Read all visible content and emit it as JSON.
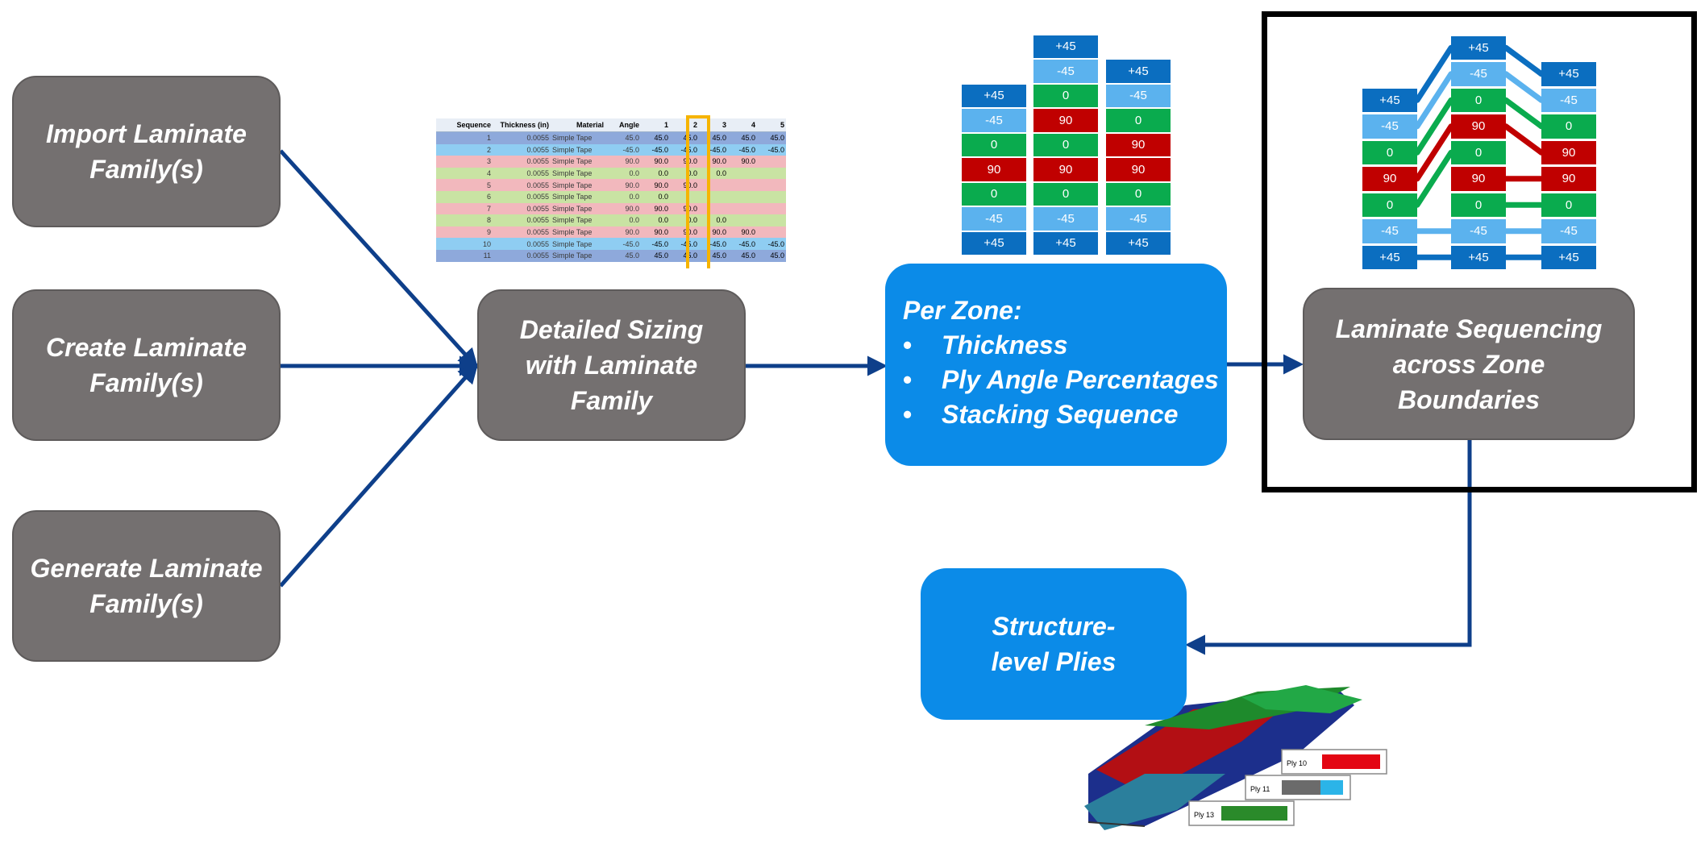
{
  "boxes": {
    "import": "Import Laminate Family(s)",
    "create": "Create Laminate Family(s)",
    "generate": "Generate Laminate Family(s)",
    "sizing": "Detailed Sizing with Laminate Family",
    "per_zone_title": "Per Zone:",
    "per_zone_items": [
      "Thickness",
      "Ply Angle Percentages",
      "Stacking Sequence"
    ],
    "sequencing": "Laminate Sequencing across Zone Boundaries",
    "structure": "Structure-level Plies"
  },
  "colors": {
    "gray_box": "#747070",
    "blue_box": "#0b8be8",
    "arrow": "#0e3f8a",
    "ply_p45": "#0b6ec0",
    "ply_m45": "#5bb2ee",
    "ply_0": "#0aab4e",
    "ply_90": "#c00000"
  },
  "zone_stacks": [
    [
      "+45",
      "-45",
      "0",
      "90",
      "0",
      "-45",
      "+45"
    ],
    [
      "+45",
      "-45",
      "0",
      "90",
      "0",
      "90",
      "0",
      "-45",
      "+45"
    ],
    [
      "+45",
      "-45",
      "0",
      "90",
      "90",
      "0",
      "-45",
      "+45"
    ]
  ],
  "sheet": {
    "headers": [
      "Sequence",
      "Thickness (in)",
      "Material",
      "Angle",
      "1",
      "2",
      "3",
      "4",
      "5"
    ],
    "rows": [
      {
        "seq": "1",
        "thk": "0.0055",
        "mat": "Simple Tape",
        "angle": "45.0",
        "vals": [
          "45.0",
          "45.0",
          "45.0",
          "45.0",
          "45.0"
        ],
        "kind": "p45"
      },
      {
        "seq": "2",
        "thk": "0.0055",
        "mat": "Simple Tape",
        "angle": "-45.0",
        "vals": [
          "-45.0",
          "-45.0",
          "-45.0",
          "-45.0",
          "-45.0"
        ],
        "kind": "m45"
      },
      {
        "seq": "3",
        "thk": "0.0055",
        "mat": "Simple Tape",
        "angle": "90.0",
        "vals": [
          "90.0",
          "90.0",
          "90.0",
          "90.0",
          ""
        ],
        "kind": "90"
      },
      {
        "seq": "4",
        "thk": "0.0055",
        "mat": "Simple Tape",
        "angle": "0.0",
        "vals": [
          "0.0",
          "0.0",
          "0.0",
          "",
          ""
        ],
        "kind": "0"
      },
      {
        "seq": "5",
        "thk": "0.0055",
        "mat": "Simple Tape",
        "angle": "90.0",
        "vals": [
          "90.0",
          "90.0",
          "",
          "",
          ""
        ],
        "kind": "90"
      },
      {
        "seq": "6",
        "thk": "0.0055",
        "mat": "Simple Tape",
        "angle": "0.0",
        "vals": [
          "0.0",
          "",
          "",
          "",
          ""
        ],
        "kind": "0"
      },
      {
        "seq": "7",
        "thk": "0.0055",
        "mat": "Simple Tape",
        "angle": "90.0",
        "vals": [
          "90.0",
          "90.0",
          "",
          "",
          ""
        ],
        "kind": "90"
      },
      {
        "seq": "8",
        "thk": "0.0055",
        "mat": "Simple Tape",
        "angle": "0.0",
        "vals": [
          "0.0",
          "0.0",
          "0.0",
          "",
          ""
        ],
        "kind": "0"
      },
      {
        "seq": "9",
        "thk": "0.0055",
        "mat": "Simple Tape",
        "angle": "90.0",
        "vals": [
          "90.0",
          "90.0",
          "90.0",
          "90.0",
          ""
        ],
        "kind": "90"
      },
      {
        "seq": "10",
        "thk": "0.0055",
        "mat": "Simple Tape",
        "angle": "-45.0",
        "vals": [
          "-45.0",
          "-45.0",
          "-45.0",
          "-45.0",
          "-45.0"
        ],
        "kind": "m45"
      },
      {
        "seq": "11",
        "thk": "0.0055",
        "mat": "Simple Tape",
        "angle": "45.0",
        "vals": [
          "45.0",
          "45.0",
          "45.0",
          "45.0",
          "45.0"
        ],
        "kind": "p45"
      }
    ]
  },
  "wing_labels": [
    "Ply 10",
    "Ply 11",
    "Ply 13"
  ]
}
